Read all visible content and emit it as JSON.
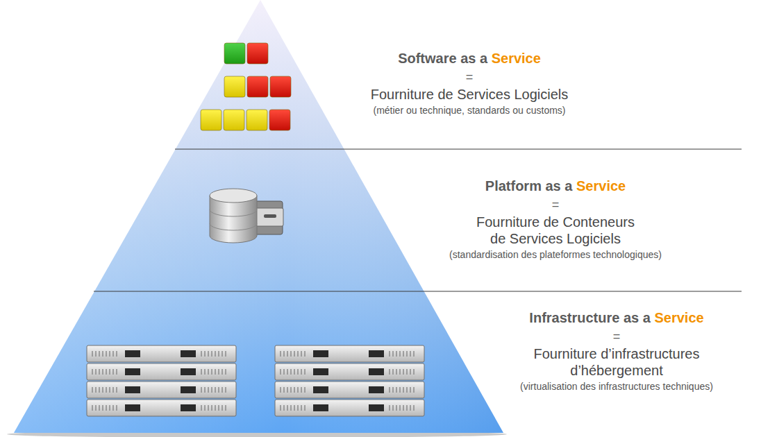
{
  "diagram": {
    "nodes": [
      {
        "text": [
          "Software as a",
          "Service",
          "=",
          "Fourniture de Services Logiciels",
          "(métier ou technique, standards ou customs)"
        ]
      },
      {
        "text": [
          "Platform as a",
          "Service",
          "=",
          "Fourniture de Conteneurs de Services Logiciels",
          "(standardisation des plateformes technologiques)"
        ]
      },
      {
        "text": [
          "Infrastructure as a",
          "Service",
          "=",
          "Fourniture d’infrastructures d’hébergement",
          "(virtualisation des infrastructures techniques)"
        ]
      }
    ]
  }
}
